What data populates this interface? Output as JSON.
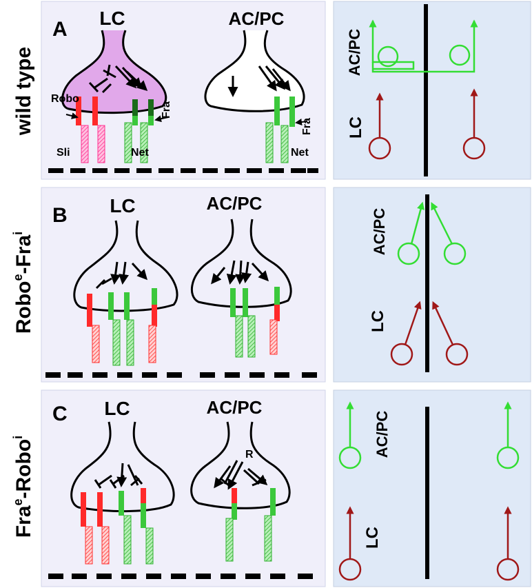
{
  "rows": [
    {
      "row_label": "wild type",
      "letter": "A",
      "left_title": "LC",
      "right_title": "AC/PC",
      "labels": {
        "robo": "Robo",
        "fra_left": "Fra",
        "sli": "Sli",
        "net_left": "Net",
        "fra_right": "Fra",
        "net_right": "Net"
      },
      "schematic": {
        "ac_pc": "AC/PC",
        "lc": "LC"
      }
    },
    {
      "row_label_main": "Robo",
      "row_label_sup1": "e",
      "row_label_mid": "-Fra",
      "row_label_sup2": "i",
      "letter": "B",
      "left_title": "LC",
      "right_title": "AC/PC",
      "schematic": {
        "ac_pc": "AC/PC",
        "lc": "LC"
      }
    },
    {
      "row_label_main": "Fra",
      "row_label_sup1": "e",
      "row_label_mid": "-Robo",
      "row_label_sup2": "i",
      "letter": "C",
      "left_title": "LC",
      "right_title": "AC/PC",
      "labels": {
        "r": "R"
      },
      "schematic": {
        "ac_pc": "AC/PC",
        "lc": "LC"
      }
    }
  ],
  "colors": {
    "panel_bg": "#f0effa",
    "schematic_bg": "#dfe9f7",
    "robo_red": "#ff2a2a",
    "fra_green": "#3cc83c",
    "fra_dark": "#1a6b1a",
    "ac_pc_green": "#33dd33",
    "lc_darkred": "#a01818",
    "growth_cone_pink": "#e1a8ea"
  }
}
